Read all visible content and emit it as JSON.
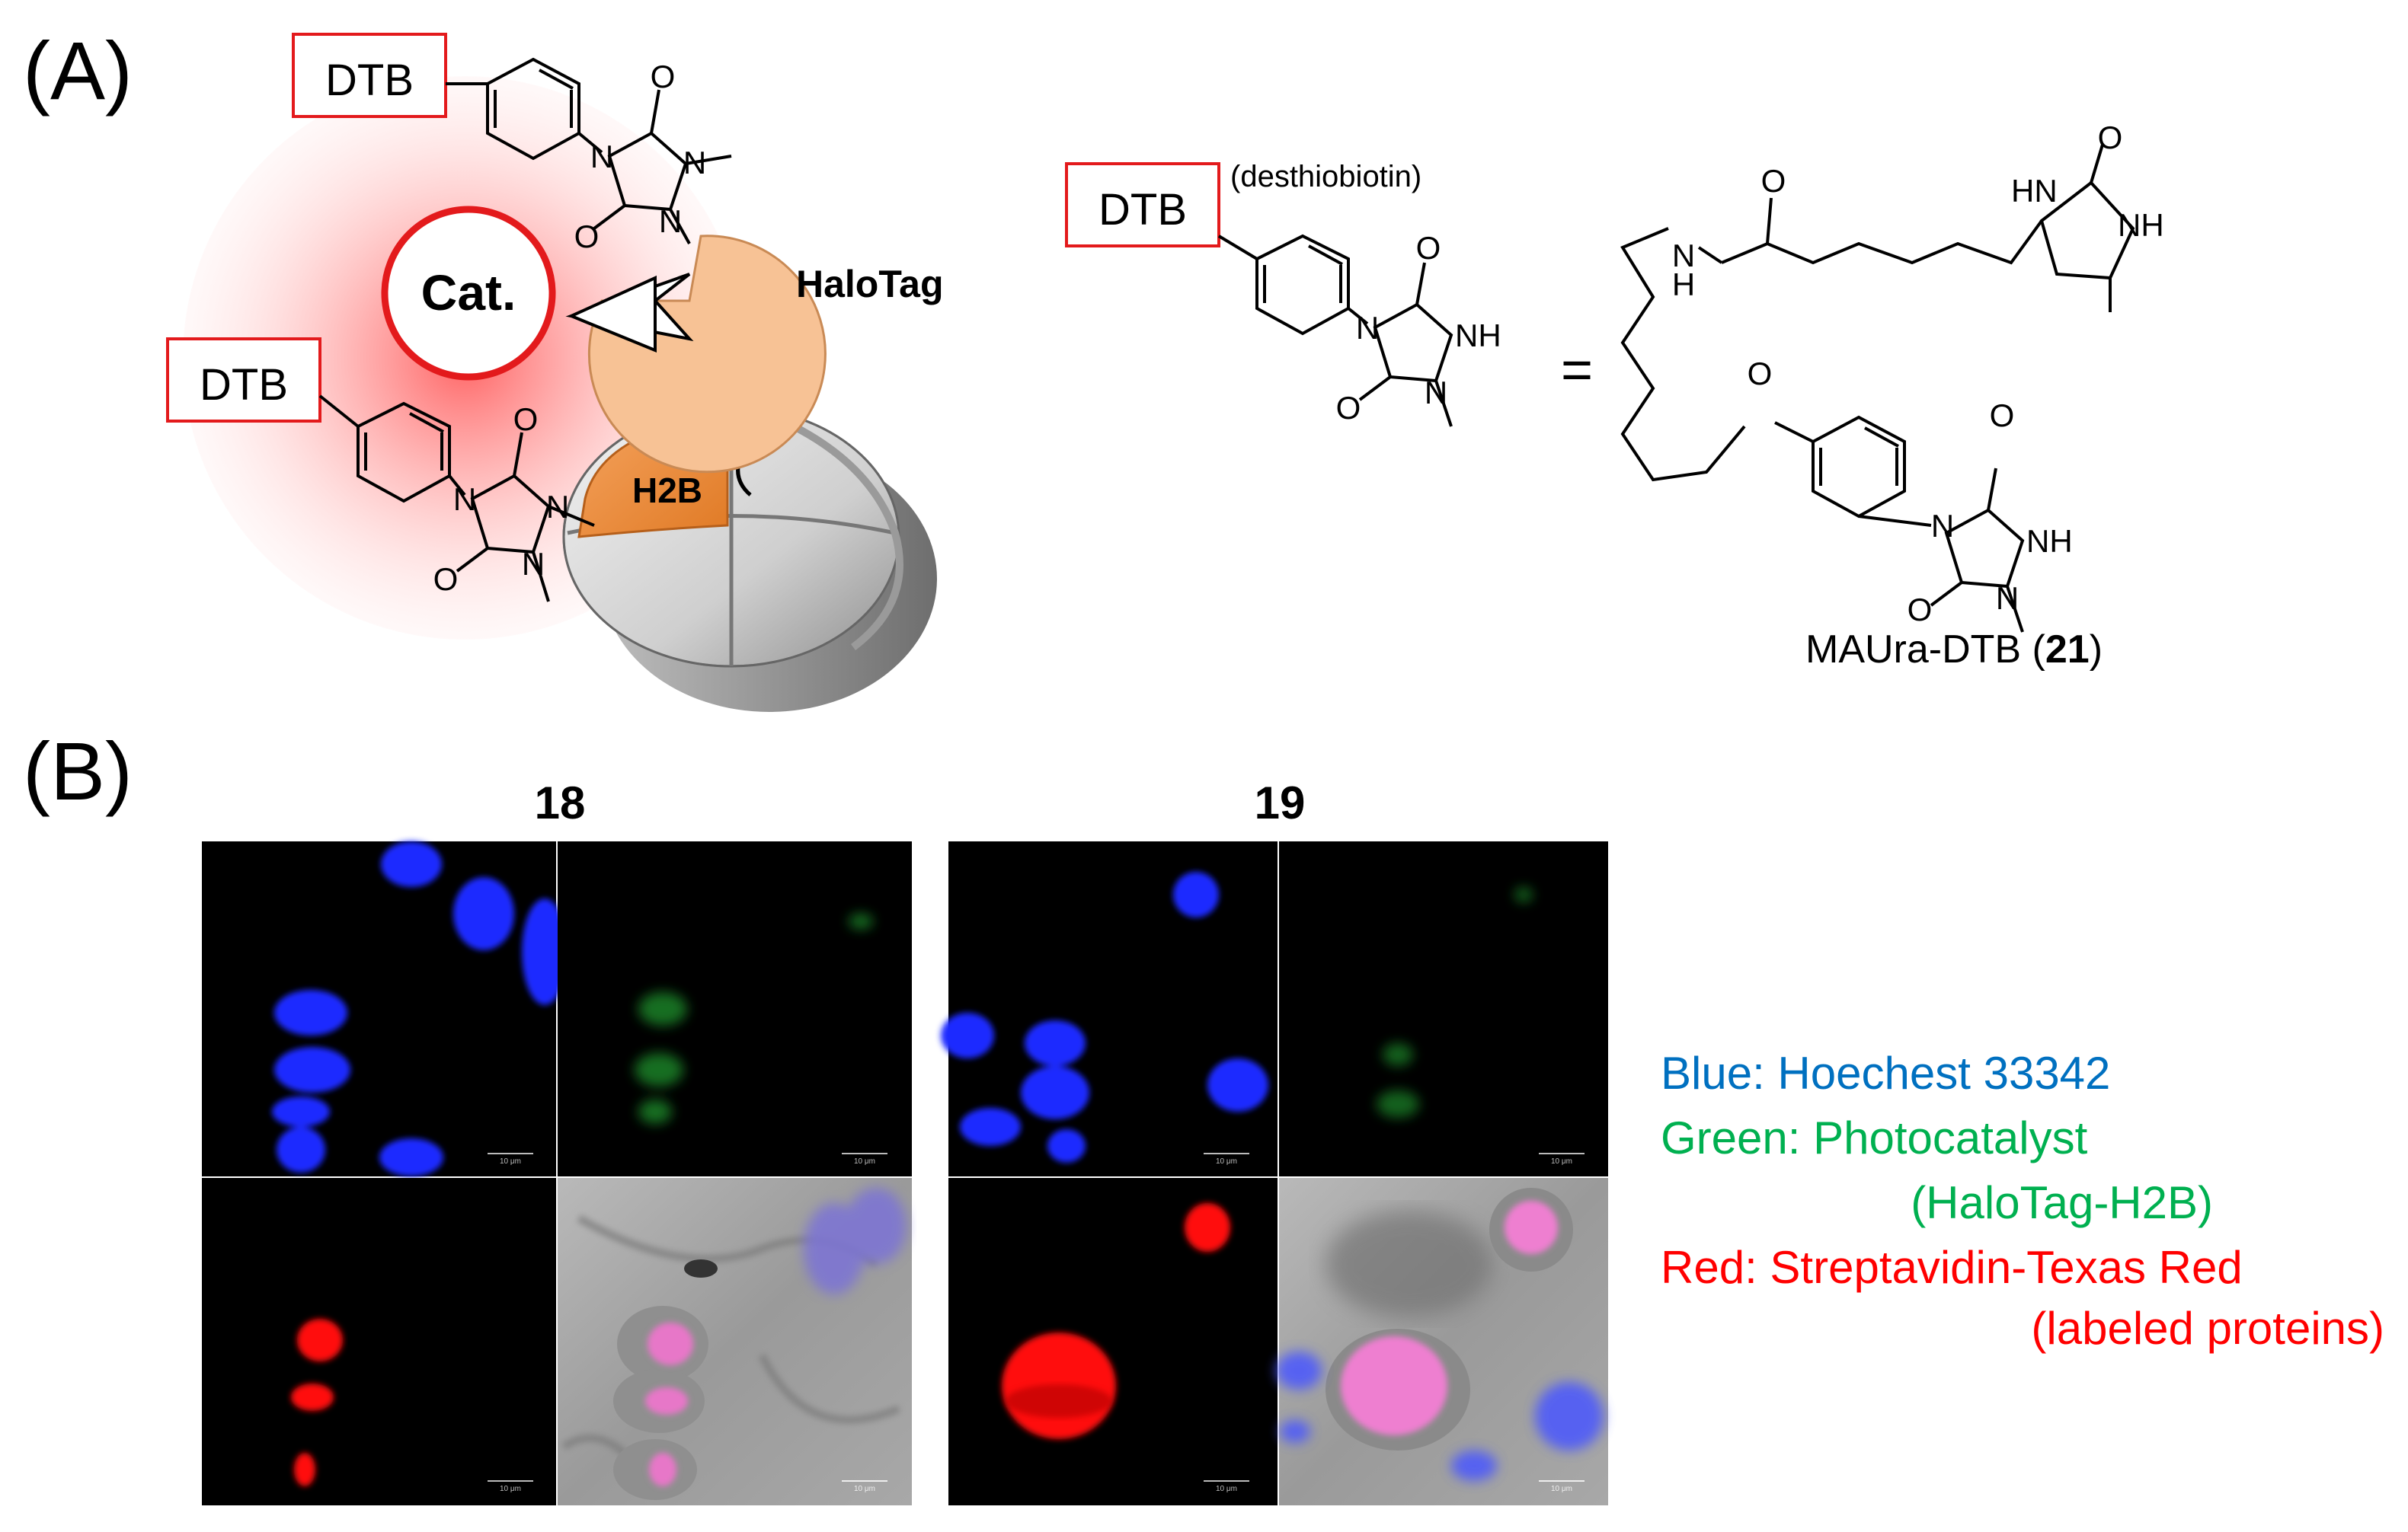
{
  "panel_a": {
    "label": "(A)",
    "catalyst_label": "Cat.",
    "halotag_label": "HaloTag",
    "h2b_label": "H2B",
    "dtb_label": "DTB",
    "dtb_definition": "(desthiobiotin)",
    "equals": "=",
    "compound_name": "MAUra-DTB  (",
    "compound_number": "21",
    "compound_close": ")",
    "atoms": {
      "N": "N",
      "O": "O",
      "NH": "NH",
      "HN": "HN",
      "H": "H"
    }
  },
  "panel_b": {
    "label": "(B)",
    "compound_18": "18",
    "compound_19": "19",
    "scale_bar_label": "10 μm",
    "legend": {
      "blue": "Blue: Hoechest 33342",
      "green": "Green: Photocatalyst",
      "green_sub": "(HaloTag-H2B)",
      "red": "Red: Streptavidin-Texas Red",
      "red_sub": "(labeled proteins)"
    }
  },
  "colors": {
    "blue_text": "#0070c0",
    "green_text": "#00b050",
    "red_text": "#ff0000",
    "dtb_box": "#e31a1c",
    "halotag_fill": "#f7c295",
    "h2b_fill": "#f08c3c",
    "nucleosome_gray": "#d9d9d9",
    "glow": "#ff8080"
  }
}
